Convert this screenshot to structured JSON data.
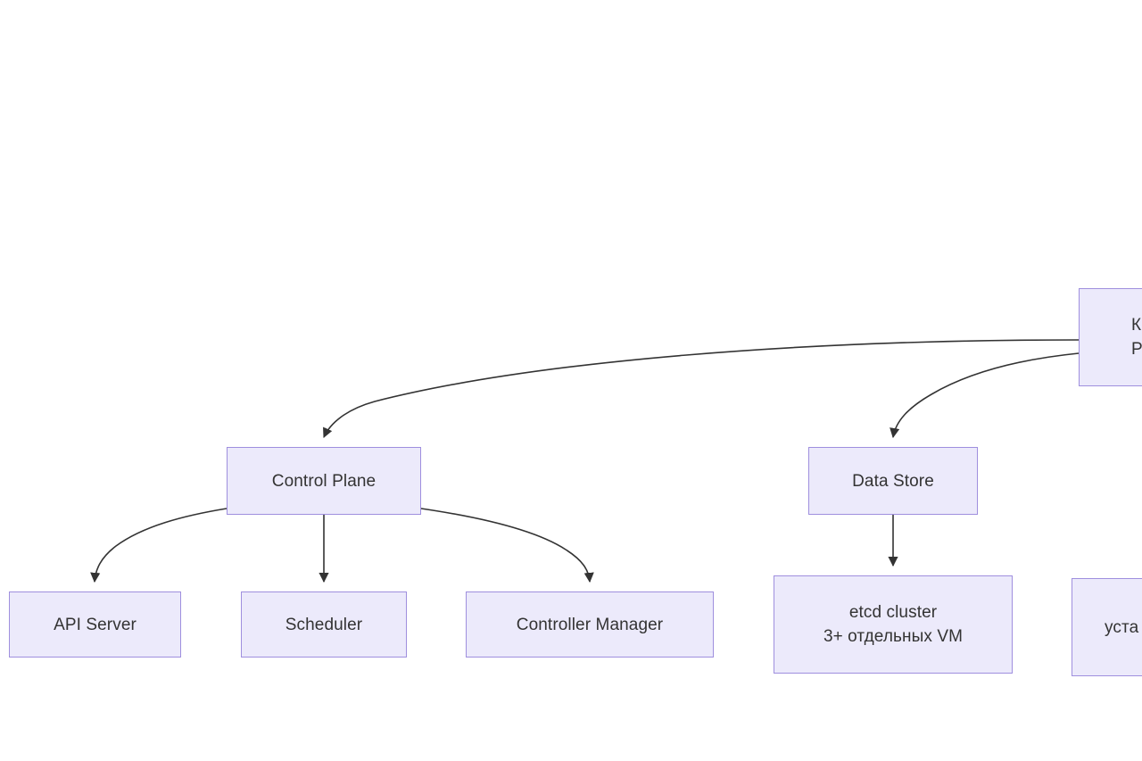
{
  "diagram": {
    "type": "flowchart",
    "direction": "top-down",
    "background_color": "#ffffff",
    "node_fill_color": "#ECEAFB",
    "node_border_color": "#9F8FDE",
    "node_text_color": "#333333",
    "edge_color": "#333333",
    "nodes": [
      {
        "id": "kubernetes-cluster",
        "lines": [
          "К",
          "Раз"
        ],
        "note": "clipped at right image edge"
      },
      {
        "id": "control-plane",
        "lines": [
          "Control Plane"
        ]
      },
      {
        "id": "data-store",
        "lines": [
          "Data Store"
        ]
      },
      {
        "id": "api-server",
        "lines": [
          "API Server"
        ]
      },
      {
        "id": "scheduler",
        "lines": [
          "Scheduler"
        ]
      },
      {
        "id": "controller-manager",
        "lines": [
          "Controller Manager"
        ]
      },
      {
        "id": "etcd-cluster",
        "lines": [
          "etcd cluster",
          "3+ отдельных VM"
        ]
      },
      {
        "id": "install-target",
        "lines": [
          "уста"
        ],
        "note": "clipped at right image edge"
      }
    ],
    "edges": [
      {
        "from": "kubernetes-cluster",
        "to": "control-plane",
        "arrow": true
      },
      {
        "from": "kubernetes-cluster",
        "to": "data-store",
        "arrow": true
      },
      {
        "from": "control-plane",
        "to": "api-server",
        "arrow": true
      },
      {
        "from": "control-plane",
        "to": "scheduler",
        "arrow": true
      },
      {
        "from": "control-plane",
        "to": "controller-manager",
        "arrow": true
      },
      {
        "from": "data-store",
        "to": "etcd-cluster",
        "arrow": true
      }
    ]
  }
}
